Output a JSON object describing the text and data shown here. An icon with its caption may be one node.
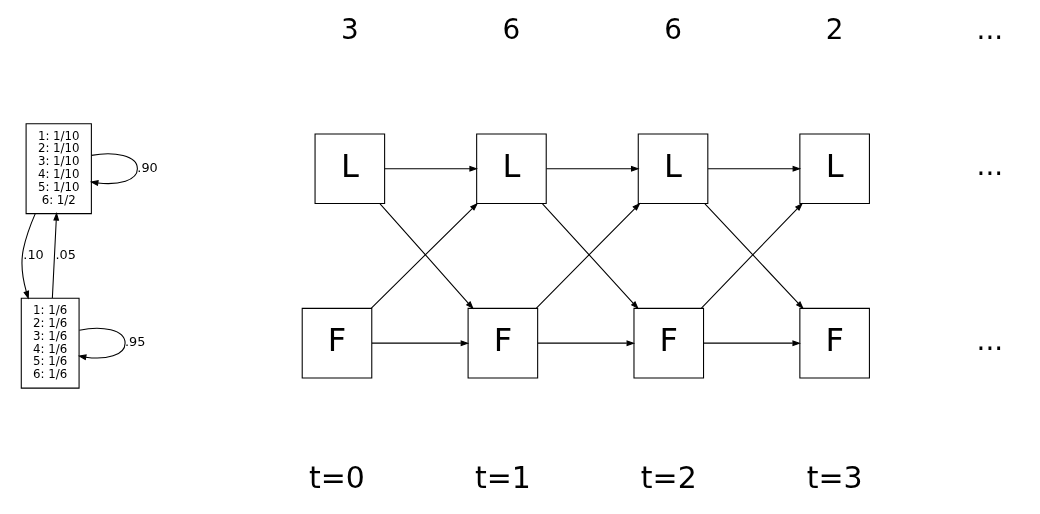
{
  "diagram": {
    "nodes": [
      {
        "text": [
          "1: 1/10",
          "2: 1/10",
          "3: 1/10",
          "4: 1/10",
          "5: 1/10",
          "6: 1/2"
        ]
      },
      {
        "text": [
          "1: 1/6",
          "2: 1/6",
          "3: 1/6",
          "4: 1/6",
          "5: 1/6",
          "6: 1/6"
        ]
      },
      {
        "text": [
          "L"
        ]
      },
      {
        "text": [
          "L"
        ]
      },
      {
        "text": [
          "L"
        ]
      },
      {
        "text": [
          "L"
        ]
      },
      {
        "text": [
          "F"
        ]
      },
      {
        "text": [
          "F"
        ]
      },
      {
        "text": [
          "F"
        ]
      },
      {
        "text": [
          "F"
        ]
      }
    ],
    "edges": [
      {
        "from": 0,
        "to": 0,
        "arrow": "to",
        "label": ".90"
      },
      {
        "from": 1,
        "to": 0,
        "arrow": "to",
        "label": ".05"
      },
      {
        "from": 0,
        "to": 1,
        "arrow": "to",
        "label": ".10"
      },
      {
        "from": 1,
        "to": 1,
        "arrow": "to",
        "label": ".95"
      },
      {
        "from": 2,
        "to": 3,
        "arrow": "to"
      },
      {
        "from": 2,
        "to": 7,
        "arrow": "to"
      },
      {
        "from": 6,
        "to": 3,
        "arrow": "to"
      },
      {
        "from": 6,
        "to": 7,
        "arrow": "to"
      },
      {
        "from": 3,
        "to": 4,
        "arrow": "to"
      },
      {
        "from": 3,
        "to": 8,
        "arrow": "to"
      },
      {
        "from": 7,
        "to": 4,
        "arrow": "to"
      },
      {
        "from": 7,
        "to": 8,
        "arrow": "to"
      },
      {
        "from": 4,
        "to": 5,
        "arrow": "to"
      },
      {
        "from": 4,
        "to": 9,
        "arrow": "to"
      },
      {
        "from": 8,
        "to": 5,
        "arrow": "to"
      },
      {
        "from": 8,
        "to": 9,
        "arrow": "to"
      }
    ],
    "labels": [
      "3",
      "6",
      "6",
      "2",
      "...",
      "...",
      "...",
      "t=0",
      "t=1",
      "t=2",
      "t=3"
    ]
  }
}
